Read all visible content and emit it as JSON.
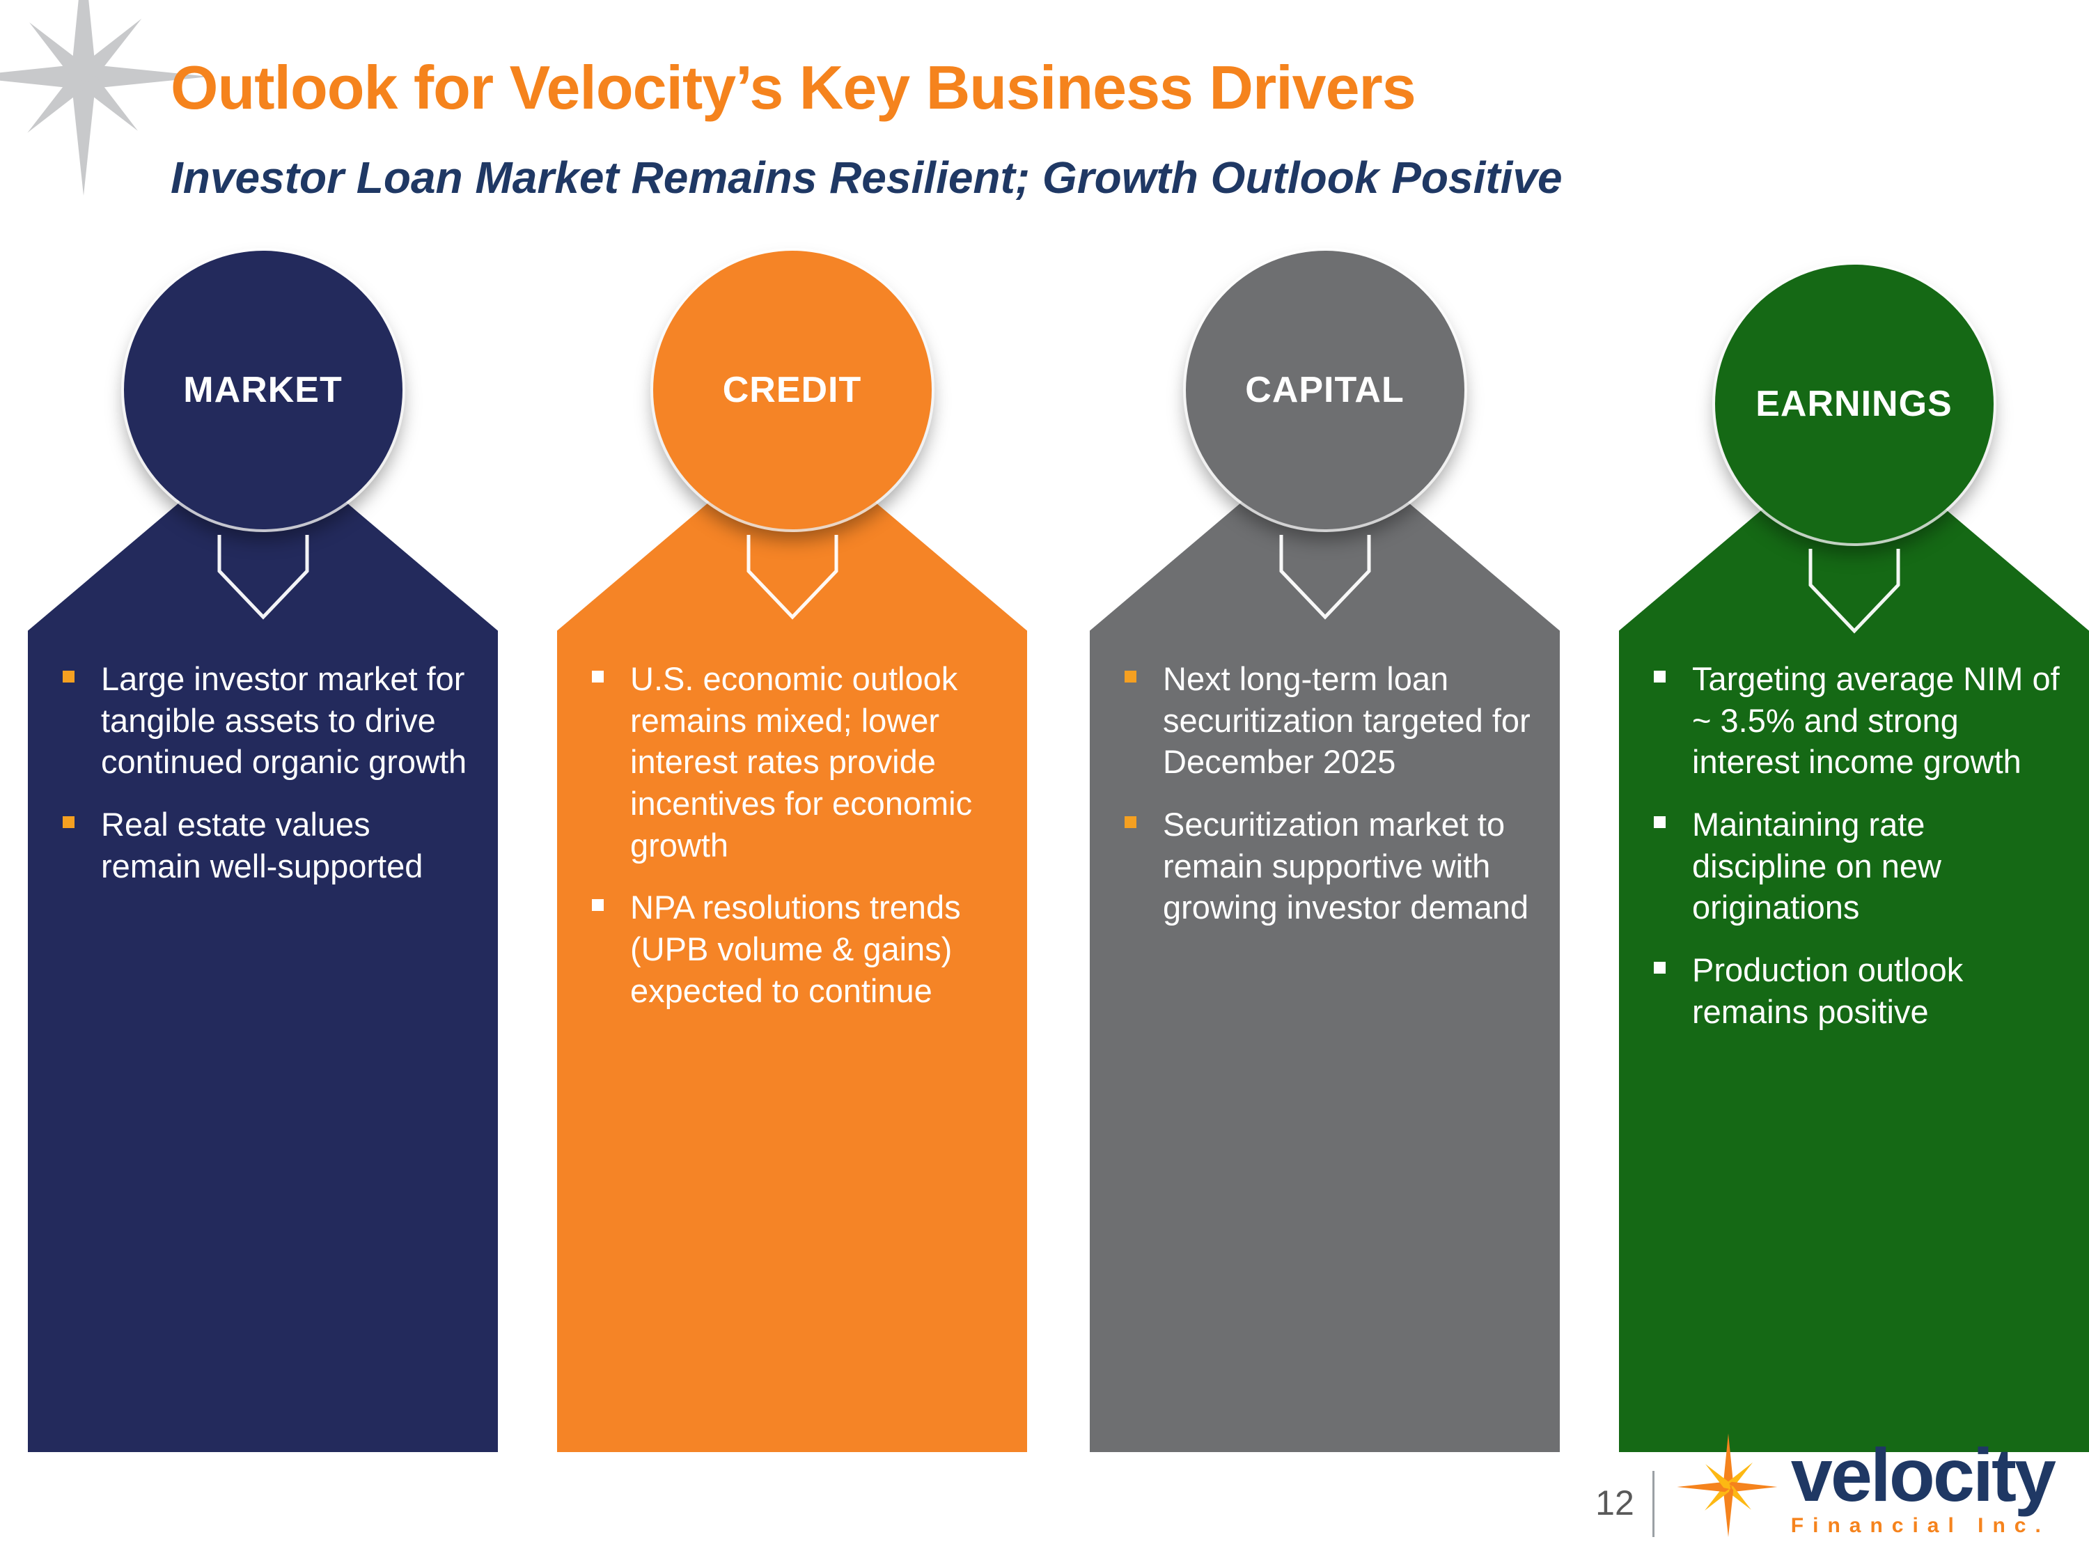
{
  "title": "Outlook for Velocity’s Key Business Drivers",
  "subtitle": "Investor Loan Market Remains Resilient; Growth Outlook Positive",
  "colors": {
    "title_orange": "#F5831D",
    "subtitle_navy": "#1F3864",
    "market_navy": "#232A5C",
    "credit_orange": "#F58426",
    "capital_gray": "#6E6F71",
    "earnings_green": "#156915",
    "bullet_accent": "#F5A021"
  },
  "columns": [
    {
      "label": "MARKET",
      "color": "#232A5C",
      "bullet_color": "#F5A021",
      "bullets": [
        "Large investor market for tangible assets to drive continued organic growth",
        "Real estate values remain well-supported"
      ]
    },
    {
      "label": "CREDIT",
      "color": "#F58426",
      "bullet_color": "#FFFFFF",
      "bullets": [
        "U.S. economic outlook remains mixed; lower interest rates provide incentives for economic growth",
        "NPA resolutions trends (UPB volume & gains) expected to continue"
      ]
    },
    {
      "label": "CAPITAL",
      "color": "#6E6F71",
      "bullet_color": "#F5A021",
      "bullets": [
        "Next long-term loan securitization targeted for December 2025",
        "Securitization market to remain supportive with growing investor demand"
      ]
    },
    {
      "label": "EARNINGS",
      "color": "#156915",
      "bullet_color": "#FFFFFF",
      "bullets": [
        "Targeting average NIM of ~ 3.5% and strong interest income growth",
        "Maintaining rate discipline on new originations",
        "Production outlook remains positive"
      ]
    }
  ],
  "footer": {
    "page_number": "12",
    "logo_text": "velocity",
    "logo_subtext": "Financial Inc."
  }
}
